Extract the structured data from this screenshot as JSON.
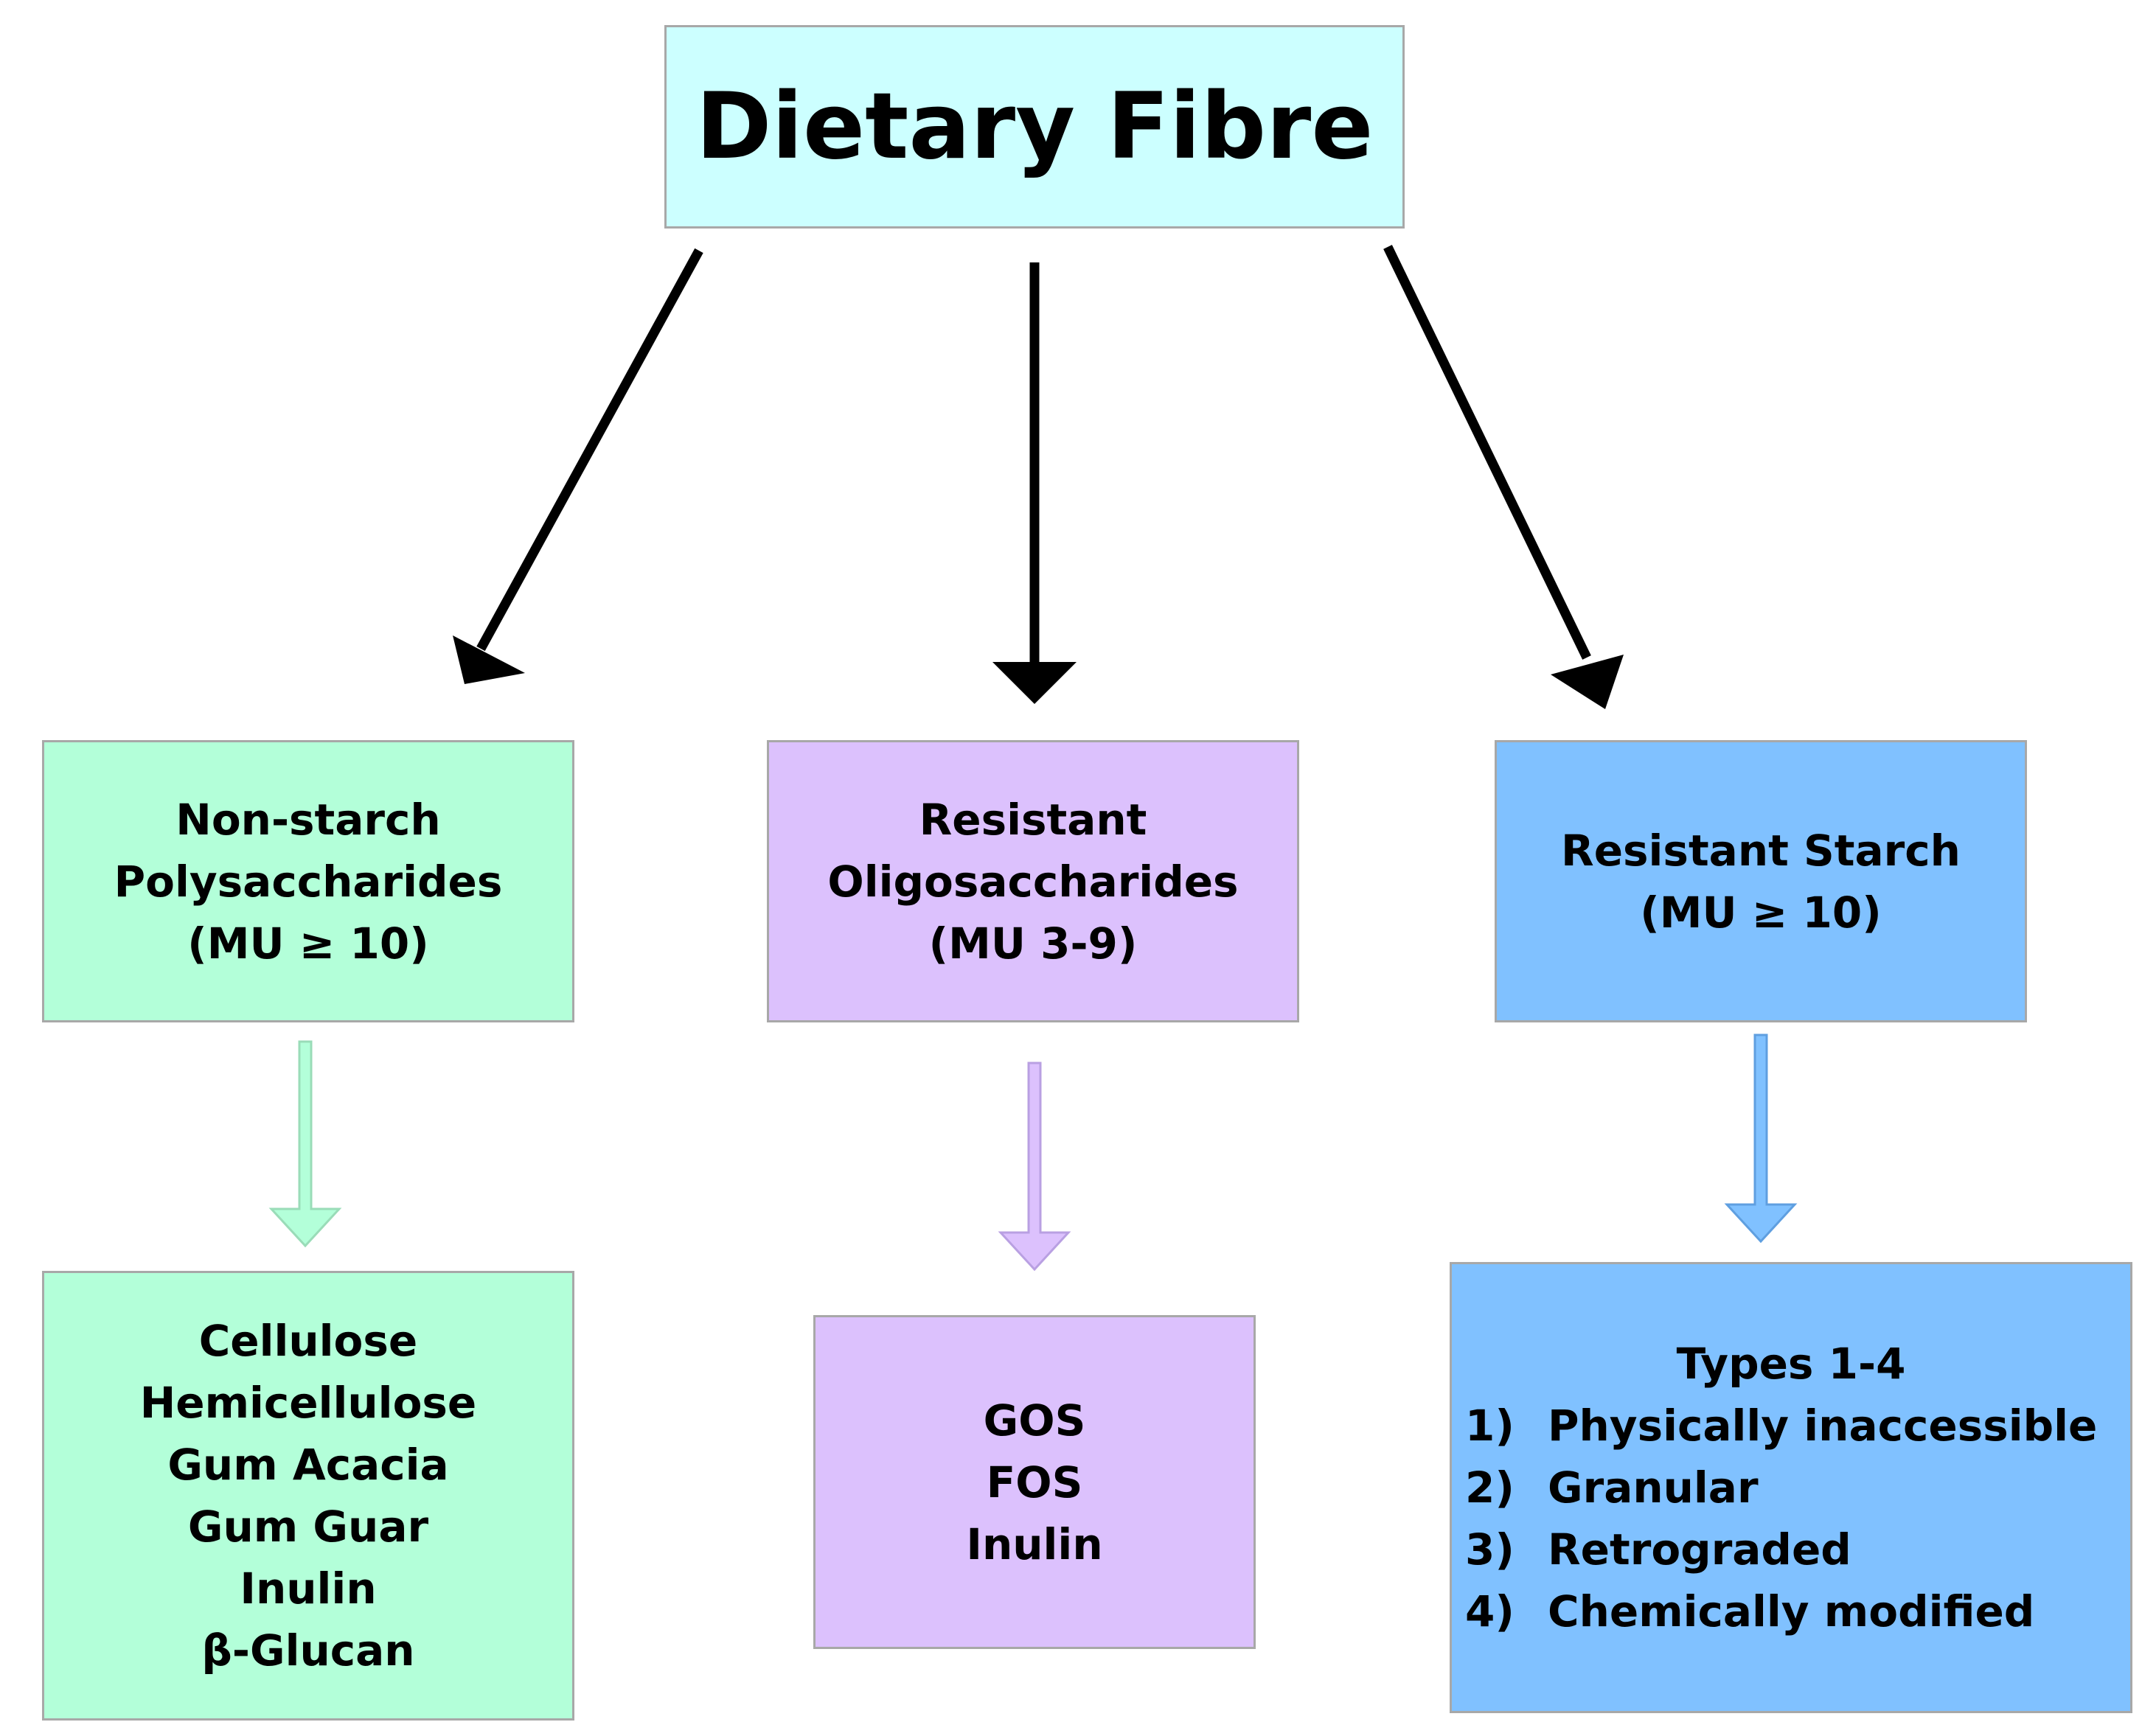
{
  "title": "Dietary Fibre",
  "categories": [
    {
      "id": "nsp",
      "lines": [
        "Non-starch",
        "Polysaccharides",
        "(MU ≥ 10)"
      ],
      "color": "#b3ffd9",
      "arrow_color": "#b3ffd9",
      "items": [
        "Cellulose",
        "Hemicellulose",
        "Gum Acacia",
        "Gum Guar",
        "Inulin",
        "β-Glucan"
      ]
    },
    {
      "id": "ro",
      "lines": [
        "Resistant",
        "Oligosaccharides",
        "(MU 3-9)"
      ],
      "color": "#dcc1fd",
      "arrow_color": "#dcc1fd",
      "items": [
        "GOS",
        "FOS",
        "Inulin"
      ]
    },
    {
      "id": "rs",
      "lines": [
        "Resistant Starch",
        "(MU ≥ 10)"
      ],
      "color": "#80c1ff",
      "arrow_color": "#80c1ff",
      "types_heading": "Types 1-4",
      "types": [
        {
          "num": "1)",
          "label": "Physically inaccessible"
        },
        {
          "num": "2)",
          "label": "Granular"
        },
        {
          "num": "3)",
          "label": "Retrograded"
        },
        {
          "num": "4)",
          "label": "Chemically modified"
        }
      ]
    }
  ]
}
